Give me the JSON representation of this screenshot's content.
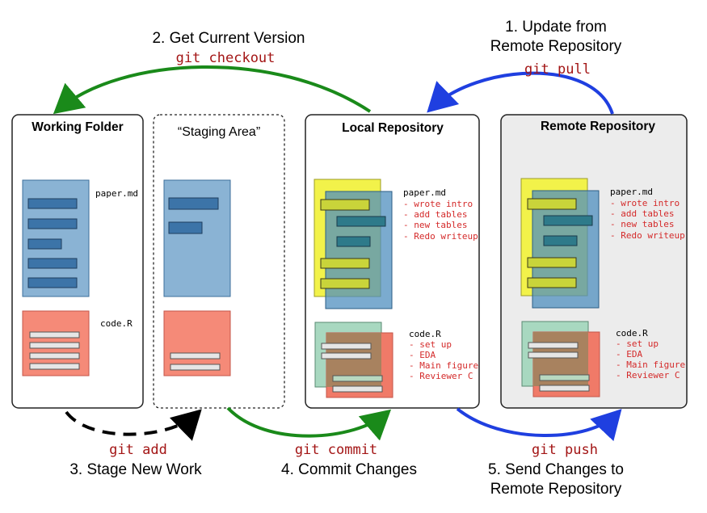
{
  "colors": {
    "green": "#1a8a1a",
    "blue": "#1f3fe0",
    "black": "#000000",
    "code_red": "#a31515",
    "paper_fill": "#8ab3d4",
    "paper_line": "#3c6f9b",
    "code_fill": "#f58a78",
    "yellow": "#f2f24a",
    "green_doc": "#a8d8c0",
    "brown_doc": "#b07a5a",
    "remote_bg": "#ececec"
  },
  "steps": {
    "step1": {
      "line1": "1. Update from",
      "line2": "Remote Repository",
      "cmd": "git pull"
    },
    "step2": {
      "title": "2. Get Current Version",
      "cmd": "git checkout"
    },
    "step3": {
      "title": "3. Stage New Work",
      "cmd": "git add"
    },
    "step4": {
      "title": "4. Commit Changes",
      "cmd": "git commit"
    },
    "step5": {
      "line1": "5. Send Changes to",
      "line2": "Remote Repository",
      "cmd": "git push"
    }
  },
  "panels": {
    "working": {
      "title": "Working Folder",
      "paper_label": "paper.md",
      "code_label": "code.R"
    },
    "staging": {
      "title": "“Staging Area”"
    },
    "local": {
      "title": "Local Repository",
      "paper_label": "paper.md",
      "paper_commits": [
        "- wrote intro",
        "- add tables",
        "- new tables",
        "- Redo writeup"
      ],
      "code_label": "code.R",
      "code_commits": [
        "- set up",
        "- EDA",
        "- Main figure",
        "- Reviewer C"
      ]
    },
    "remote": {
      "title": "Remote Repository",
      "paper_label": "paper.md",
      "paper_commits": [
        "- wrote intro",
        "- add tables",
        "- new tables",
        "- Redo writeup"
      ],
      "code_label": "code.R",
      "code_commits": [
        "- set up",
        "- EDA",
        "- Main figure",
        "- Reviewer C"
      ]
    }
  }
}
